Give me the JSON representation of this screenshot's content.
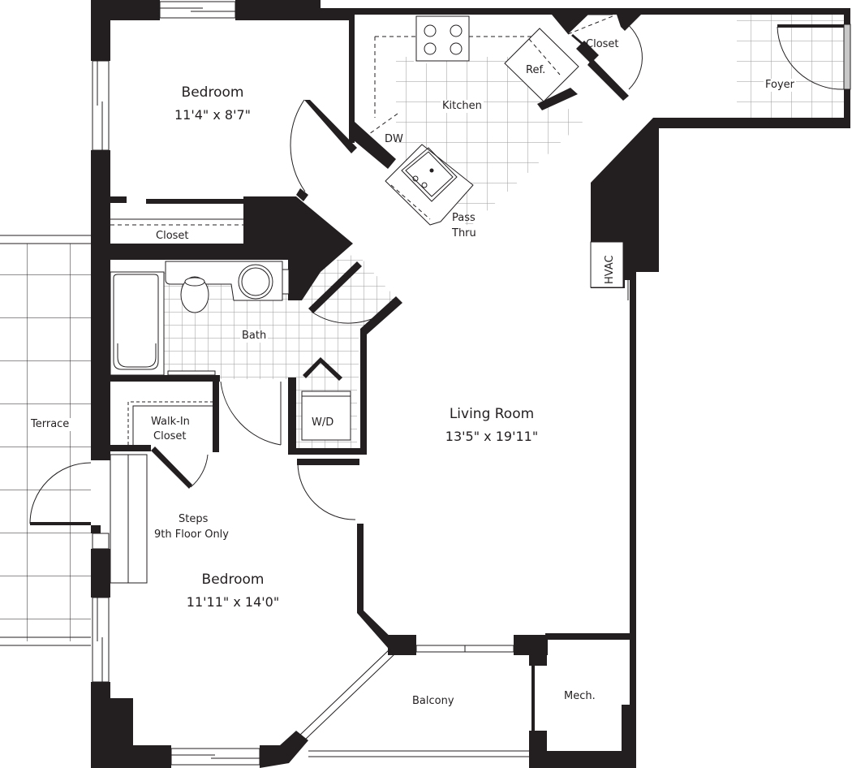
{
  "colors": {
    "wall": "#231f20",
    "tile": "#9a9a9a",
    "background": "#ffffff",
    "window_fill": "#c8c8c8"
  },
  "rooms": {
    "bedroom_1": {
      "name": "Bedroom",
      "dimensions": "11'4\" x 8'7\""
    },
    "bedroom_2": {
      "name": "Bedroom",
      "dimensions": "11'11\" x 14'0\""
    },
    "living_room": {
      "name": "Living Room",
      "dimensions": "13'5\" x 19'11\""
    },
    "kitchen": {
      "name": "Kitchen"
    },
    "foyer": {
      "name": "Foyer"
    },
    "bath": {
      "name": "Bath"
    },
    "closet_bedroom": {
      "name": "Closet"
    },
    "closet_entry": {
      "name": "Closet"
    },
    "walk_in_closet": {
      "line1": "Walk-In",
      "line2": "Closet"
    },
    "terrace": {
      "name": "Terrace"
    },
    "balcony": {
      "name": "Balcony"
    },
    "mech": {
      "name": "Mech."
    }
  },
  "fixtures": {
    "refrigerator": "Ref.",
    "dishwasher": "DW",
    "pass_thru_line1": "Pass",
    "pass_thru_line2": "Thru",
    "washer_dryer": "W/D",
    "hvac": "HVAC"
  },
  "notes": {
    "steps_line1": "Steps",
    "steps_line2": "9th Floor Only"
  }
}
